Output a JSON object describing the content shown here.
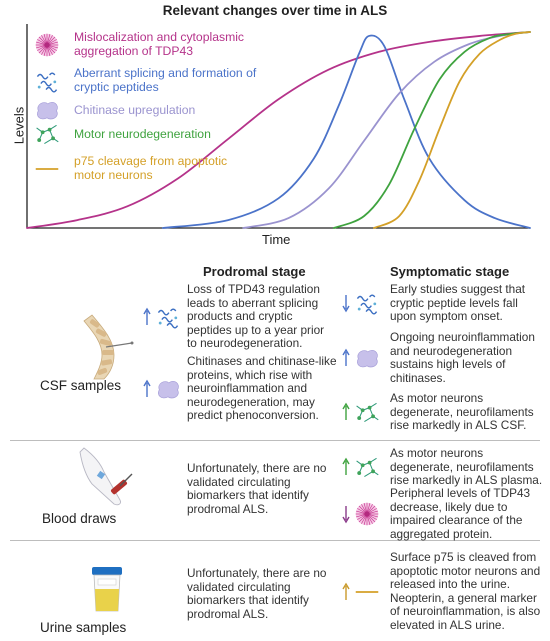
{
  "title": "Relevant changes over time in ALS",
  "axes": {
    "ylabel": "Levels",
    "xlabel": "Time"
  },
  "legend": [
    {
      "icon": "tdp43-aggregate-icon",
      "lines": [
        "Mislocalization and cytoplasmic",
        "aggregation of TDP43"
      ],
      "color": "#b5338a"
    },
    {
      "icon": "cryptic-peptide-icon",
      "lines": [
        "Aberrant splicing and formation of",
        "cryptic peptides"
      ],
      "color": "#4b73c9"
    },
    {
      "icon": "chitinase-icon",
      "lines": [
        "Chitinase upregulation"
      ],
      "color": "#9a93cf"
    },
    {
      "icon": "neurodegeneration-icon",
      "lines": [
        "Motor neurodegeneration"
      ],
      "color": "#3fa33f"
    },
    {
      "icon": "p75-line-icon",
      "lines": [
        "p75 cleavage from apoptotic",
        "motor neurons"
      ],
      "color": "#d4a028"
    }
  ],
  "chart_data": {
    "type": "line",
    "title": "Relevant changes over time in ALS",
    "xlabel": "Time",
    "ylabel": "Levels",
    "x_range": [
      0,
      100
    ],
    "y_range": [
      0,
      100
    ],
    "grid": false,
    "legend_position": "top-left",
    "series": [
      {
        "name": "Mislocalization and cytoplasmic aggregation of TDP43",
        "color": "#b5338a",
        "x": [
          0,
          10,
          20,
          30,
          40,
          50,
          60,
          70,
          80,
          90,
          100
        ],
        "y": [
          0,
          4,
          11,
          25,
          45,
          65,
          80,
          89,
          94,
          97,
          99
        ]
      },
      {
        "name": "Aberrant splicing and formation of cryptic peptides",
        "color": "#4b73c9",
        "x": [
          27,
          40,
          50,
          57,
          62,
          66,
          68,
          71,
          75,
          80,
          87,
          93,
          100
        ],
        "y": [
          0,
          4,
          15,
          35,
          62,
          88,
          97,
          92,
          65,
          35,
          14,
          5,
          0
        ]
      },
      {
        "name": "Chitinase upregulation",
        "color": "#9a93cf",
        "x": [
          43,
          52,
          60,
          67,
          74,
          81,
          88,
          94,
          100
        ],
        "y": [
          0,
          5,
          20,
          44,
          68,
          84,
          93,
          97,
          99
        ]
      },
      {
        "name": "Motor neurodegeneration",
        "color": "#3fa33f",
        "x": [
          61,
          67,
          72,
          77,
          82,
          87,
          92,
          96,
          100
        ],
        "y": [
          0,
          6,
          22,
          50,
          75,
          89,
          96,
          98,
          99
        ]
      },
      {
        "name": "p75 cleavage from apoptotic motor neurons",
        "color": "#d4a028",
        "x": [
          69,
          74,
          78,
          82,
          86,
          90,
          94,
          97,
          100
        ],
        "y": [
          0,
          6,
          24,
          50,
          74,
          88,
          95,
          98,
          99
        ]
      }
    ]
  },
  "table": {
    "col_prodromal": "Prodromal stage",
    "col_symptomatic": "Symptomatic stage",
    "csf": {
      "label": "CSF samples",
      "prodromal": [
        {
          "arrow": "up",
          "icon": "cryptic-peptide-icon",
          "lines": [
            "Loss of TPD43 regulation",
            "leads to aberrant splicing",
            "products and cryptic",
            "peptides up to a year prior",
            "to neurodegeneration."
          ]
        },
        {
          "arrow": "up",
          "icon": "chitinase-icon",
          "lines": [
            "Chitinases and chitinase-like",
            "proteins, which rise with",
            "neuroinflammation and",
            "neurodegeneration, may",
            "predict phenoconversion."
          ]
        }
      ],
      "symptomatic": [
        {
          "arrow": "down",
          "icon": "cryptic-peptide-icon",
          "lines": [
            "Early studies suggest that",
            "cryptic peptide levels fall",
            "upon symptom onset."
          ]
        },
        {
          "arrow": "up",
          "icon": "chitinase-icon",
          "lines": [
            "Ongoing neuroinflammation",
            "and neurodegeneration",
            "sustains high levels of",
            "chitinases."
          ]
        },
        {
          "arrow": "up",
          "icon": "neurodegeneration-icon",
          "lines": [
            "As motor neurons",
            "degenerate, neurofilaments",
            "rise markedly in ALS CSF."
          ]
        }
      ]
    },
    "blood": {
      "label": "Blood draws",
      "prodromal_lines": [
        "Unfortunately, there are no",
        "validated circulating",
        "biomarkers that identify",
        "prodromal ALS."
      ],
      "symptomatic": [
        {
          "arrow": "up",
          "icon": "neurodegeneration-icon",
          "lines": [
            "As motor neurons",
            "degenerate, neurofilaments",
            "rise markedly in ALS plasma."
          ]
        },
        {
          "arrow": "down",
          "icon": "tdp43-aggregate-icon",
          "lines": [
            "Peripheral levels of TDP43",
            "decrease, likely due to",
            "impaired clearance of the",
            "aggregated protein."
          ]
        }
      ]
    },
    "urine": {
      "label": "Urine samples",
      "prodromal_lines": [
        "Unfortunately, there are no",
        "validated circulating",
        "biomarkers that identify",
        "prodromal ALS."
      ],
      "symptomatic": [
        {
          "arrow": "up",
          "icon": "p75-line-icon",
          "lines": [
            "Surface p75 is cleaved from",
            "apoptotic motor neurons and",
            "released into the urine.",
            "Neopterin, a general marker",
            "of neuroinflammation, is also",
            "elevated in ALS urine."
          ]
        }
      ]
    }
  },
  "colors": {
    "arrow_up": "#4b73c9",
    "arrow_down": "#4b73c9",
    "arrow_up_green": "#3fa33f",
    "arrow_down_purple": "#8a3a8a",
    "arrow_up_gold": "#c99a2a"
  }
}
